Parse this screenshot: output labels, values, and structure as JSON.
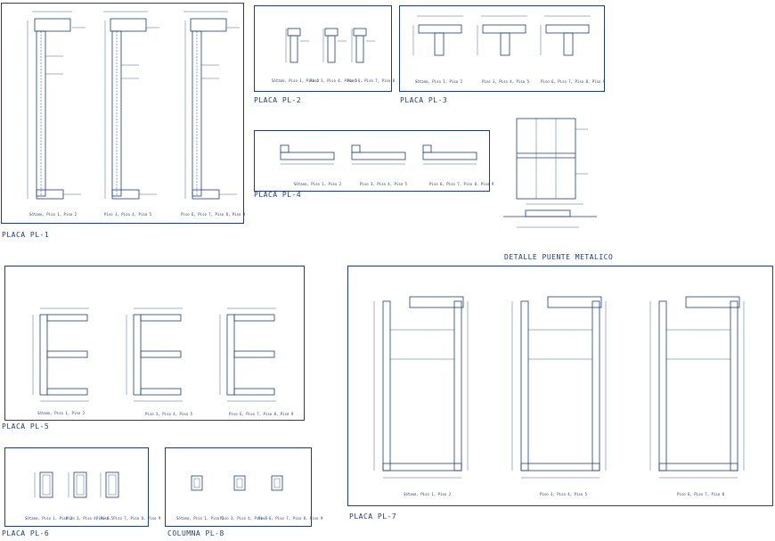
{
  "titles": {
    "pl1": "PLACA PL-1",
    "pl2": "PLACA PL-2",
    "pl3": "PLACA PL-3",
    "pl4": "PLACA PL-4",
    "pl5": "PLACA PL-5",
    "pl6": "PLACA PL-6",
    "pl7": "PLACA PL-7",
    "pl8": "COLUMNA PL-8",
    "puente": "DETALLE PUENTE METALICO"
  },
  "captions": {
    "pl1": [
      "Sótano, Piso 1, Piso 2",
      "Piso 3, Piso 4, Piso 5",
      "Piso 6, Piso 7, Piso 8, Piso 9"
    ],
    "pl2": [
      "Sótano, Piso 1, Piso 2",
      "Piso 3, Piso 4, Piso 5",
      "Piso 6, Piso 7, Piso 8"
    ],
    "pl3": [
      "Sótano, Piso 1, Piso 2",
      "Piso 3, Piso 4, Piso 5",
      "Piso 6, Piso 7, Piso 8, Piso 9"
    ],
    "pl4": [
      "Sótano, Piso 1, Piso 2",
      "Piso 3, Piso 4, Piso 5",
      "Piso 6, Piso 7, Piso 8, Piso 9"
    ],
    "pl5": [
      "Sótano, Piso 1, Piso 2",
      "Piso 3, Piso 4, Piso 5",
      "Piso 6, Piso 7, Piso 8, Piso 9"
    ],
    "pl6": [
      "Sótano, Piso 1, Piso 2",
      "Piso 3, Piso 4, Piso 5",
      "Piso 6, Piso 7, Piso 8, Piso 9"
    ],
    "pl7": [
      "Sótano, Piso 1, Piso 2",
      "Piso 3, Piso 4, Piso 5",
      "Piso 6, Piso 7, Piso 8"
    ],
    "pl8": [
      "Sótano, Piso 1, Piso 2",
      "Piso 3, Piso 4, Piso 5",
      "Piso 6, Piso 7, Piso 8, Piso 9"
    ]
  },
  "colors": {
    "line": "#1f3d7a",
    "background": "#ffffff"
  }
}
